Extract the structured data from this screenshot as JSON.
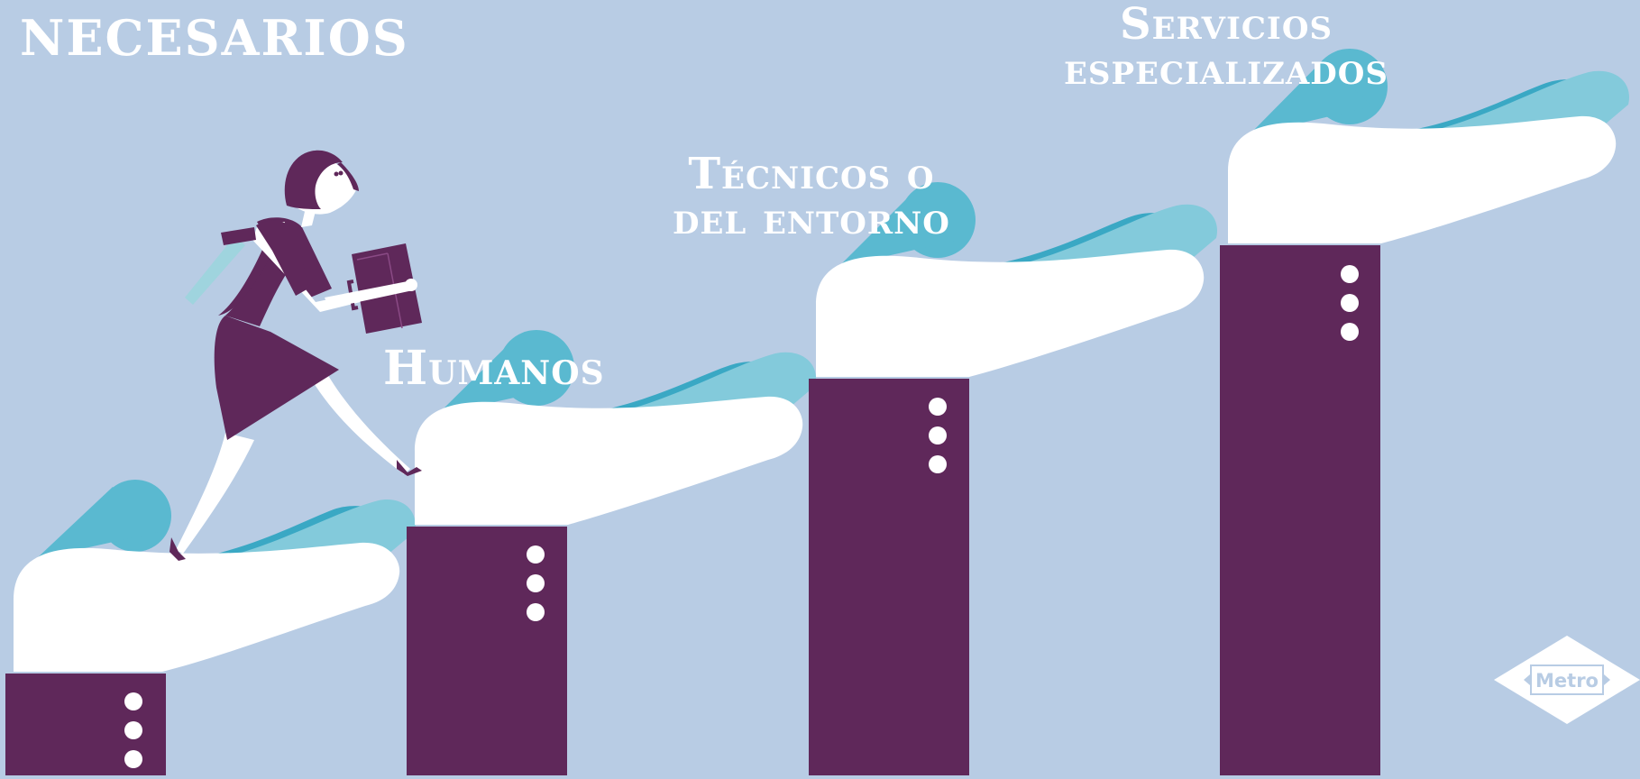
{
  "title": "NECESARIOS",
  "steps": [
    {
      "label_lines": [
        "Humanos"
      ]
    },
    {
      "label_lines": [
        "Técnicos o",
        "del entorno"
      ]
    },
    {
      "label_lines": [
        "Servicios",
        "especializados"
      ]
    }
  ],
  "logo": {
    "text": "Metro"
  },
  "colors": {
    "background": "#b8cce4",
    "pillar": "#5f285a",
    "hand": "#ffffff",
    "cuff": "#5ab9d0",
    "cuff_dark": "#3aa8c4",
    "cuff_light": "#83cadb",
    "woman": "#5f285a"
  }
}
